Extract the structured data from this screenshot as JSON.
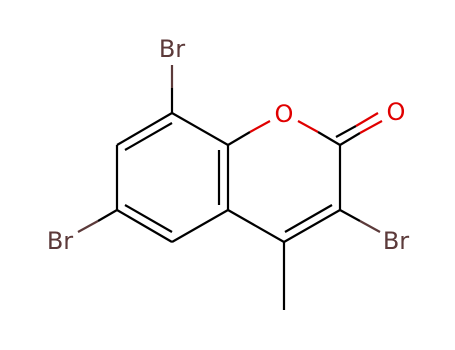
{
  "molecule": {
    "atoms": [
      {
        "label": "Br",
        "element": "Br",
        "color": "#5c3a3a"
      },
      {
        "label": "Br",
        "element": "Br",
        "color": "#5c3a3a"
      },
      {
        "label": "Br",
        "element": "Br",
        "color": "#5c3a3a"
      },
      {
        "label": "O",
        "element": "O",
        "color": "#e00000"
      },
      {
        "label": "O",
        "element": "O",
        "color": "#e00000"
      }
    ],
    "colors": {
      "carbon_bond": "#000000",
      "bromine": "#5c3a3a",
      "oxygen": "#e00000",
      "background": "#ffffff"
    }
  }
}
